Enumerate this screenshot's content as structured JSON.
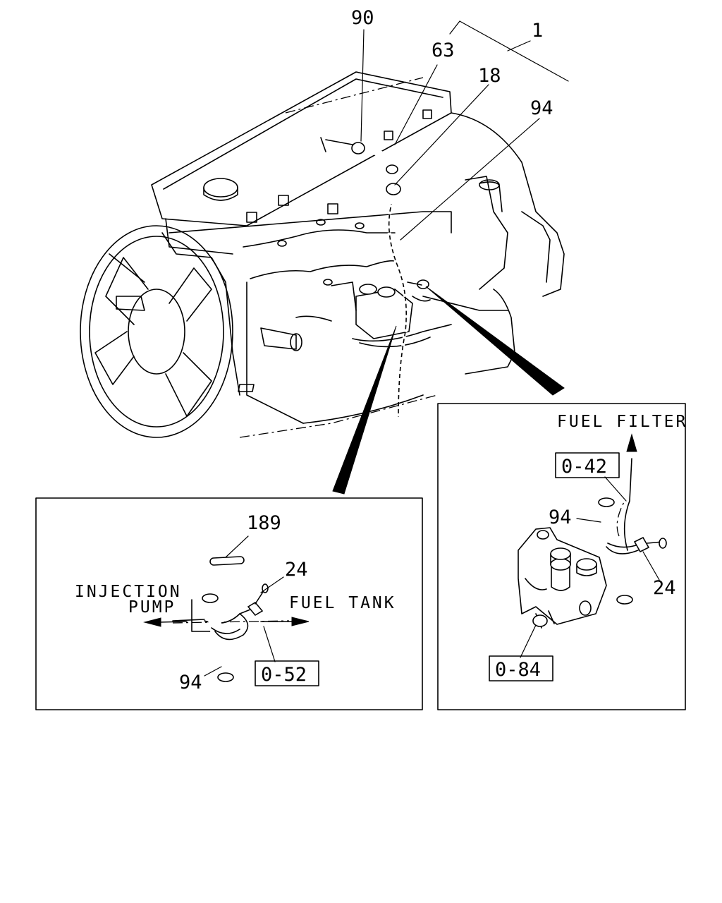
{
  "main_view": {
    "callouts": {
      "c90": "90",
      "c63": "63",
      "c1": "1",
      "c18": "18",
      "c94": "94"
    }
  },
  "detail_left": {
    "callout_189": "189",
    "callout_24": "24",
    "callout_94": "94",
    "ref_box": "0-52",
    "label_injection": "INJECTION",
    "label_pump": "PUMP",
    "label_fuel_tank": "FUEL TANK"
  },
  "detail_right": {
    "label_fuel_filter": "FUEL FILTER",
    "ref_box_top": "0-42",
    "callout_94": "94",
    "callout_24": "24",
    "ref_box_bottom": "0-84"
  }
}
